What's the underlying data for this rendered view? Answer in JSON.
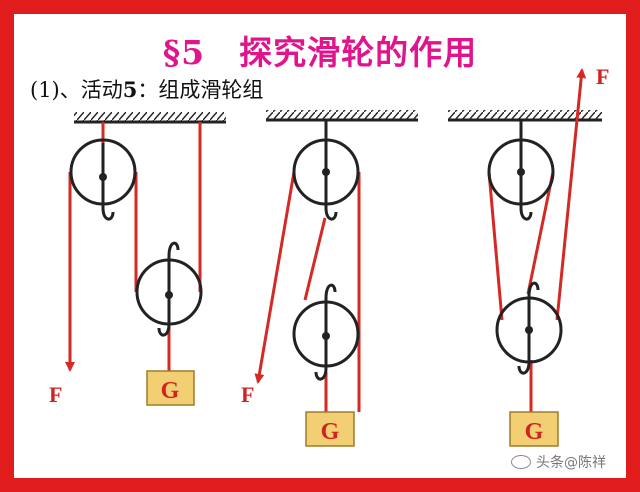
{
  "header": {
    "title": "§5　探究滑轮的作用",
    "subtitle_prefix": "(1)、活动",
    "subtitle_num": "5",
    "subtitle_suffix": "：组成滑轮组"
  },
  "diagram": {
    "force_label": "F",
    "weight_label": "G",
    "colors": {
      "frame": "#e11c1c",
      "title": "#e0148c",
      "rope": "#d42a26",
      "weight_fill": "#f2cf72",
      "label": "#d0231f"
    }
  },
  "watermark": {
    "text": "头条@陈祥"
  }
}
